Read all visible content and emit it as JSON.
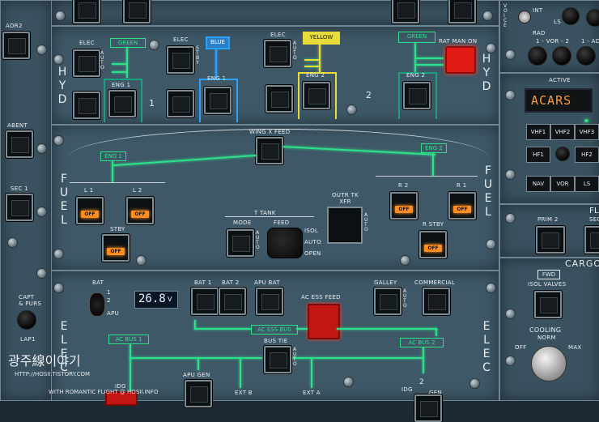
{
  "hyd": {
    "title": "HYD",
    "elec_1": "ELEC",
    "auto_1": "AUTO",
    "green_1": "GREEN",
    "eng1_left": "ENG 1",
    "elec_2": "ELEC",
    "stby": "STBY",
    "blue": "BLUE",
    "eng1_blue": "ENG 1",
    "num_1": "1",
    "elec_3": "ELEC",
    "auto_3": "AUTO",
    "yellow": "YELLOW",
    "eng2_yellow": "ENG 2",
    "num_2": "2",
    "green_2": "GREEN",
    "eng2_right": "ENG 2",
    "rat_man_on": "RAT MAN ON"
  },
  "fuel": {
    "title": "FUEL",
    "wing_x_feed": "WING X FEED",
    "eng1": "ENG 1",
    "eng2": "ENG 2",
    "l1": "L 1",
    "l2": "L 2",
    "stby_left": "STBY",
    "r2": "R 2",
    "r1": "R 1",
    "r_stby": "R STBY",
    "off": "OFF",
    "t_tank": "T TANK",
    "mode": "MODE",
    "auto": "AUTO",
    "feed": "FEED",
    "isol": "ISOL",
    "auto2": "AUTO",
    "open": "OPEN",
    "outr_tk_xfr": "OUTR TK\nXFR",
    "auto3": "AUTO"
  },
  "elec": {
    "title": "ELEC",
    "bat": "BAT",
    "apu": "APU",
    "voltage": "26.8",
    "volt_unit": "V",
    "bat1": "BAT 1",
    "bat2": "BAT 2",
    "apu_bat": "APU BAT",
    "galley": "GALLEY",
    "commercial": "COMMERCIAL",
    "ac_ess_feed": "AC ESS FEED",
    "ac_ess_bus": "AC ESS BUS",
    "ac_bus_1": "AC BUS 1",
    "ac_bus_2": "AC BUS 2",
    "bus_tie": "BUS TIE",
    "auto_bus": "AUTO",
    "apu_gen": "APU GEN",
    "ext_b": "EXT B",
    "ext_a": "EXT A",
    "idg": "IDG",
    "gen": "GEN",
    "idg_left": "IDG",
    "num_2": "2"
  },
  "left_strip": {
    "adr2": "ADR2",
    "abent": "ABENT",
    "sec1": "SEC 1",
    "capt_purs": "CAPT\n& PURS",
    "lap": "LAP1"
  },
  "right": {
    "voice": "VOICE",
    "int": "INT",
    "rad": "RAD",
    "vor": "1 - VOR - 2",
    "ls": "LS",
    "adf": "1 - AD",
    "active": "ACTIVE",
    "freq": "ACARS",
    "vhf1": "VHF1",
    "vhf2": "VHF2",
    "vhf3": "VHF3",
    "hf1": "HF1",
    "hf2": "HF2",
    "nav": "NAV",
    "vor_btn": "VOR",
    "ls_btn": "LS",
    "prim2": "PRIM 2",
    "sec": "SEC",
    "fl": "FL",
    "cargo": "CARGO",
    "fwd": "FWD",
    "isol_valves": "ISOL VALVES",
    "cooling": "COOLING",
    "norm": "NORM",
    "off": "OFF",
    "max": "MAX"
  },
  "watermark": {
    "korean": "광주線이야기",
    "url": "HTTP://HOSII.TISTORY.COM",
    "romantic": "WITH ROMANTIC FLIGHT @ HOSII.INFO"
  },
  "colors": {
    "panel": "#3e5867",
    "green_line": "#2fe08a",
    "blue": "#2aa0ff",
    "yellow": "#e8dc3a",
    "amber": "#ff8c1e",
    "red_guard": "#e01a14"
  }
}
